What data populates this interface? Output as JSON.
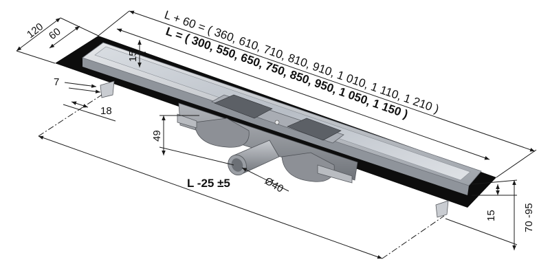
{
  "labels": {
    "l_plus_60": "L + 60 = ( 360, 610, 710, 810, 910, 1 010, 1 110, 1 210 )",
    "l_values": "L = ( 300, 550, 650, 750, 850, 950, 1 050, 1 150 )",
    "l_minus_25": "L -25 ±5",
    "dim_120": "120",
    "dim_60": "60",
    "dim_15_top": "15",
    "dim_7": "7",
    "dim_18": "18",
    "dim_49": "49",
    "dim_d40": "Ø40",
    "dim_15_right": "15",
    "dim_70_95": "70 -95"
  },
  "colors": {
    "frame": "#0d0d0d",
    "steel_light": "#d4d7dc",
    "steel_mid": "#a9adb4",
    "steel_dark": "#6d7178",
    "grate": "#bfc5cc",
    "body_gray": "#8e9196"
  }
}
